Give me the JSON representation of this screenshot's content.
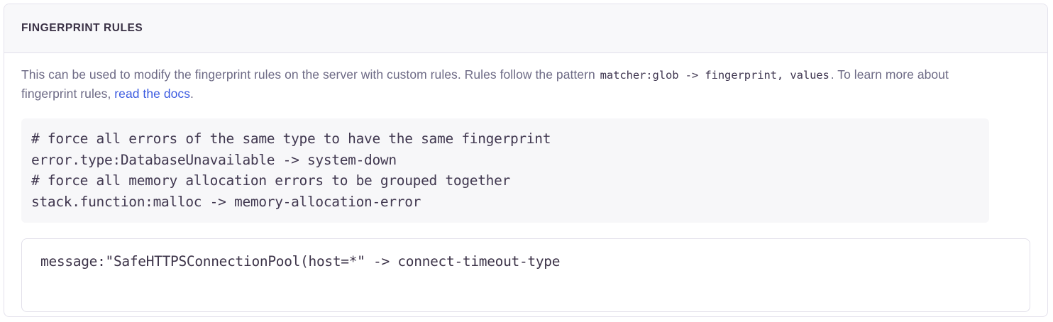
{
  "panel": {
    "title": "FINGERPRINT RULES",
    "description": {
      "text_before_code": "This can be used to modify the fingerprint rules on the server with custom rules. Rules follow the pattern ",
      "inline_code": "matcher:glob -> fingerprint, values",
      "text_after_code": ". To learn more about fingerprint rules, ",
      "link_label": "read the docs",
      "text_end": "."
    },
    "example_code": "# force all errors of the same type to have the same fingerprint\nerror.type:DatabaseUnavailable -> system-down\n# force all memory allocation errors to be grouped together\nstack.function:malloc -> memory-allocation-error",
    "rules_input": {
      "value": "message:\"SafeHTTPSConnectionPool(host=*\" -> connect-timeout-type",
      "placeholder": "matcher:glob -> fingerprint, values"
    }
  },
  "colors": {
    "panel_border": "#e4e2ec",
    "header_background": "#f8f8fa",
    "title_text": "#3b3246",
    "description_text": "#6d6a85",
    "link": "#3c5be0",
    "code_background": "#f7f7f9",
    "code_text": "#413850",
    "input_border": "#e2e0ea"
  }
}
